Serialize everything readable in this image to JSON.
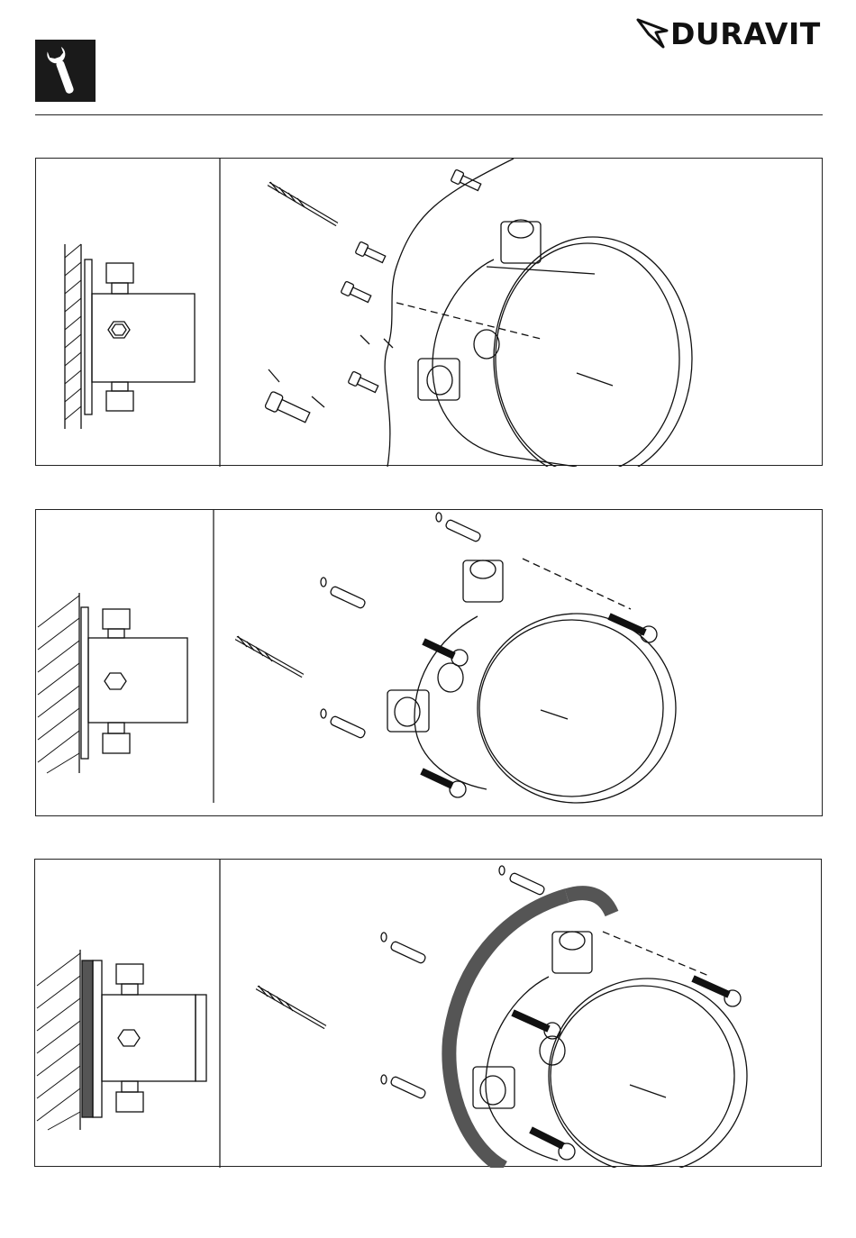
{
  "header": {
    "brand": "DURAVIT",
    "logo_icon": "duravit-swoosh-icon",
    "tool_icon": "wrench-icon"
  },
  "steps": [
    {
      "id": "step-1",
      "figures": [
        "wall-section-flush",
        "drill-bit",
        "mounting-bolts",
        "installation-box-with-template"
      ]
    },
    {
      "id": "step-2",
      "figures": [
        "wall-section-hatched",
        "drill-bit",
        "wall-plugs",
        "screws",
        "installation-box"
      ]
    },
    {
      "id": "step-3",
      "figures": [
        "wall-section-with-seal",
        "drill-bit",
        "wall-plugs",
        "screws",
        "sealing-gasket",
        "installation-box"
      ]
    }
  ],
  "colors": {
    "ink": "#111111",
    "line": "#222222",
    "gasket": "#555555",
    "badge": "#1a1a1a"
  }
}
